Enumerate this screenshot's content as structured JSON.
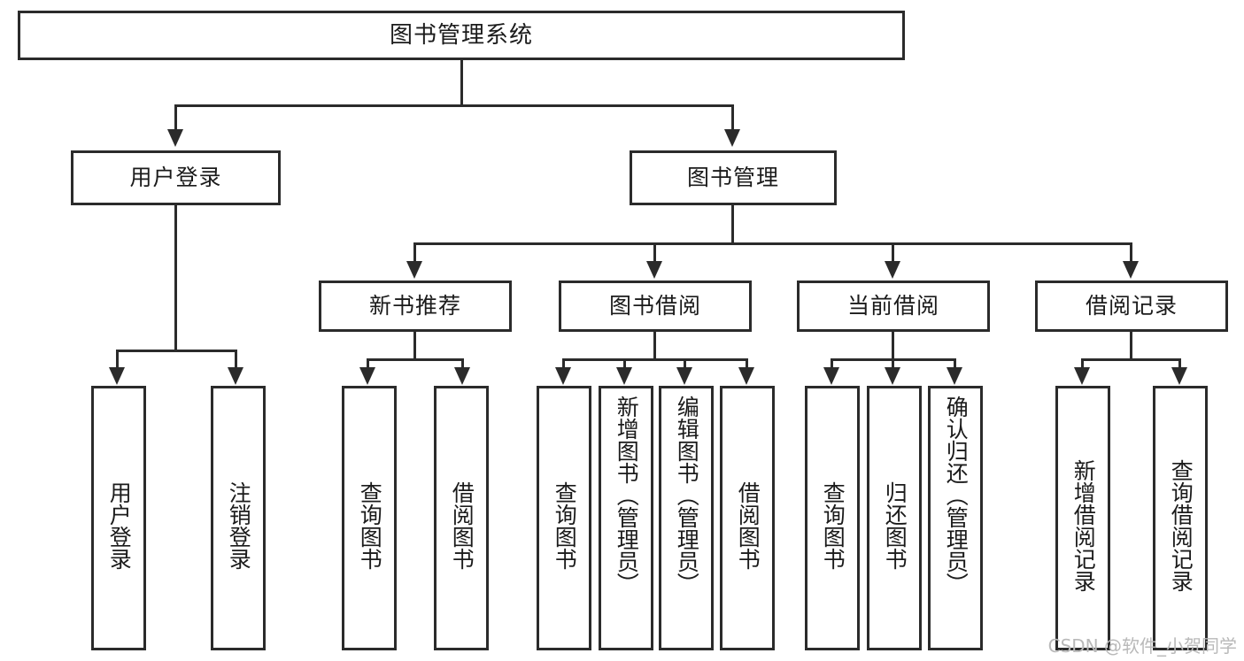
{
  "diagram": {
    "title": "图书管理系统",
    "root": {
      "label": "图书管理系统"
    },
    "level2": [
      {
        "label": "用户登录"
      },
      {
        "label": "图书管理"
      }
    ],
    "level3": [
      {
        "label": "新书推荐"
      },
      {
        "label": "图书借阅"
      },
      {
        "label": "当前借阅"
      },
      {
        "label": "借阅记录"
      }
    ],
    "leaves": {
      "user_login": [
        {
          "label": "用户登录"
        },
        {
          "label": "注销登录"
        }
      ],
      "new_book": [
        {
          "label": "查询图书"
        },
        {
          "label": "借阅图书"
        }
      ],
      "borrow_book": [
        {
          "label": "查询图书"
        },
        {
          "label": "新增图书（管理员）"
        },
        {
          "label": "编辑图书（管理员）"
        },
        {
          "label": "借阅图书"
        }
      ],
      "current_borrow": [
        {
          "label": "查询图书"
        },
        {
          "label": "归还图书"
        },
        {
          "label": "确认归还（管理员）"
        }
      ],
      "borrow_record": [
        {
          "label": "新增借阅记录"
        },
        {
          "label": "查询借阅记录"
        }
      ]
    }
  },
  "watermark": {
    "text": "CSDN @软件_小贺同学"
  },
  "colors": {
    "stroke": "#2b2b2b",
    "background": "#ffffff",
    "text": "#1b1b1b",
    "watermark": "#b9b9b9"
  }
}
